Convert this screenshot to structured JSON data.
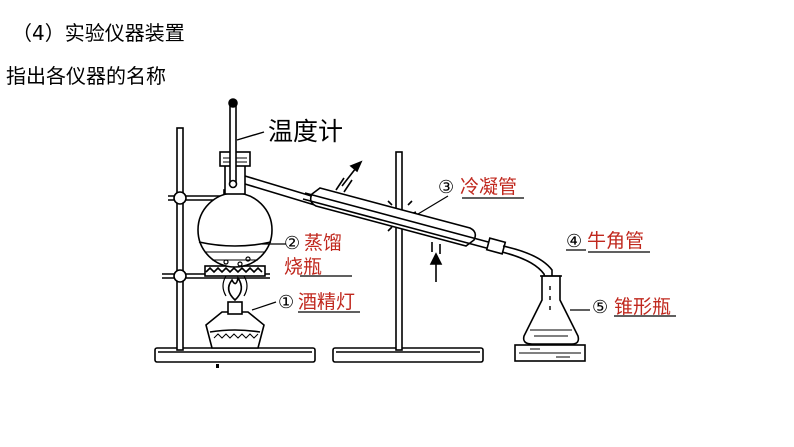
{
  "section_heading": "（4）实验仪器装置",
  "instruction": "指出各仪器的名称",
  "labels": {
    "thermometer": "温度计",
    "condenser_num": "③",
    "condenser": "冷凝管",
    "flask_num": "②",
    "flask_line1": "蒸馏",
    "flask_line2": "烧瓶",
    "adapter_num": "④",
    "adapter": "牛角管",
    "lamp_num": "①",
    "lamp": "酒精灯",
    "erlenmeyer_num": "⑤",
    "erlenmeyer": "锥形瓶"
  },
  "colors": {
    "answer": "#c0281e",
    "line": "#000000"
  }
}
